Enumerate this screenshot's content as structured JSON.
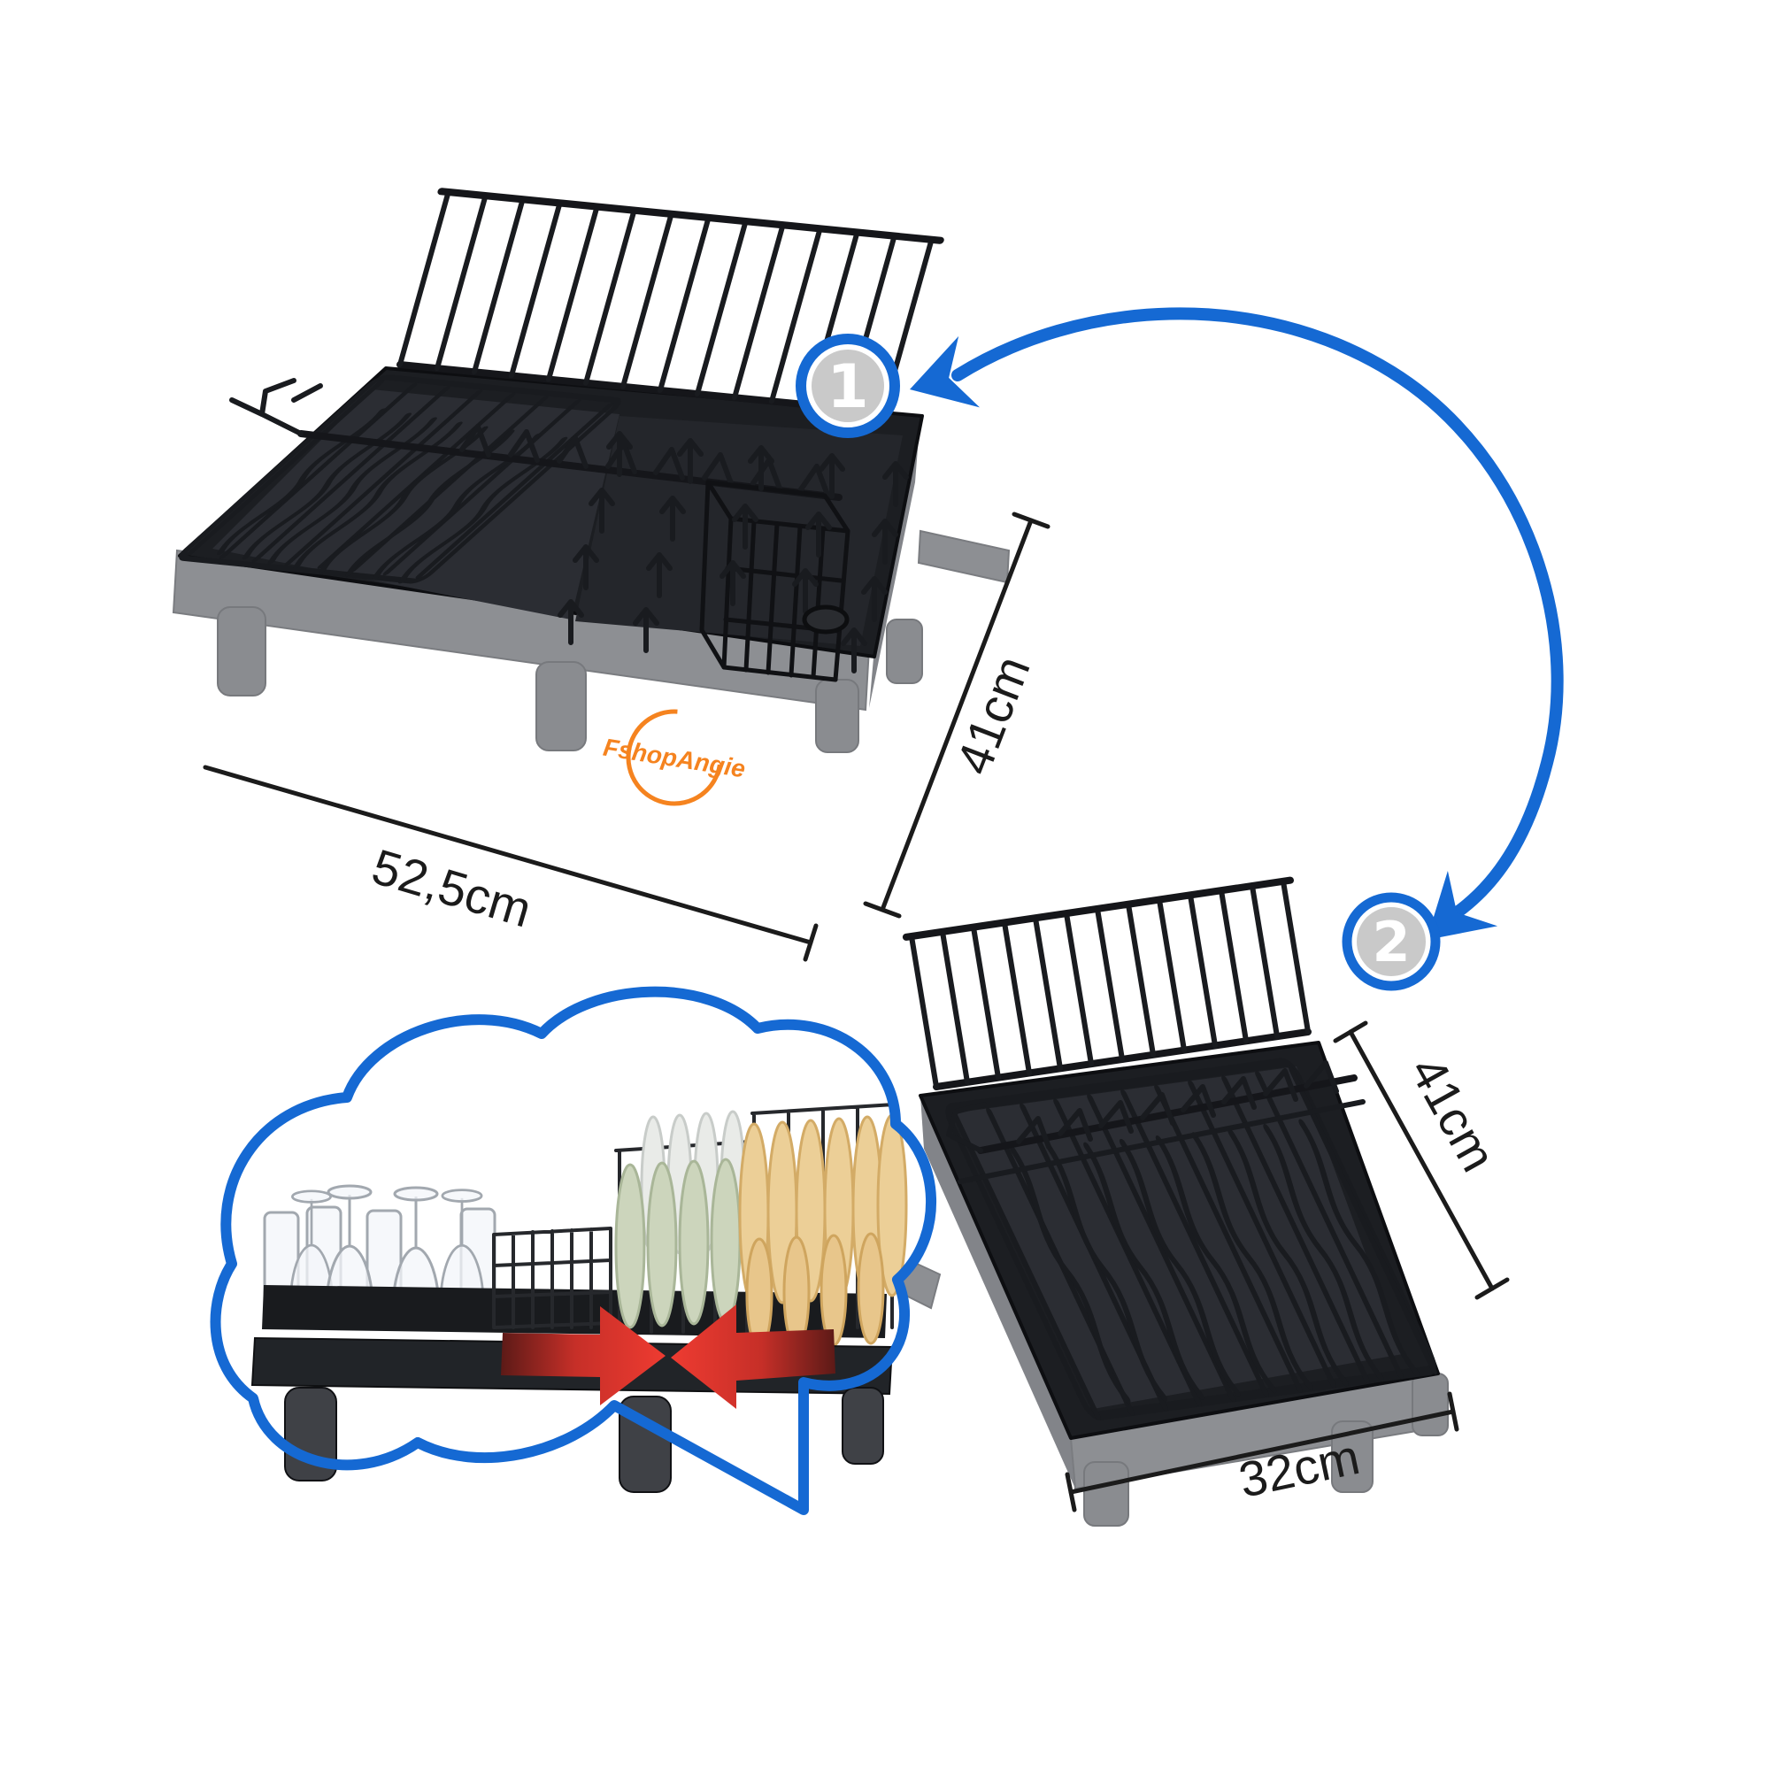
{
  "page": {
    "background": "#ffffff",
    "description": "Collapsible dish drying rack size diagram with expanded and folded states"
  },
  "brand": {
    "logo_text": "FshopAngie",
    "logo_color": "#f5831f"
  },
  "steps": [
    {
      "label": "1"
    },
    {
      "label": "2"
    }
  ],
  "dimensions": {
    "expanded": {
      "width": "52,5cm",
      "depth": "41cm"
    },
    "collapsed": {
      "depth": "41cm",
      "width": "32cm"
    }
  },
  "colors": {
    "accent_blue": "#1569d3",
    "badge_inner_gray": "#c9c9c9",
    "badge_number_white": "#ffffff",
    "dimension_black": "#1b1b1b",
    "rack_black": "#1c1e22",
    "base_gray": "#8d8f93",
    "slide_arrow_red": "#ee3b31"
  }
}
